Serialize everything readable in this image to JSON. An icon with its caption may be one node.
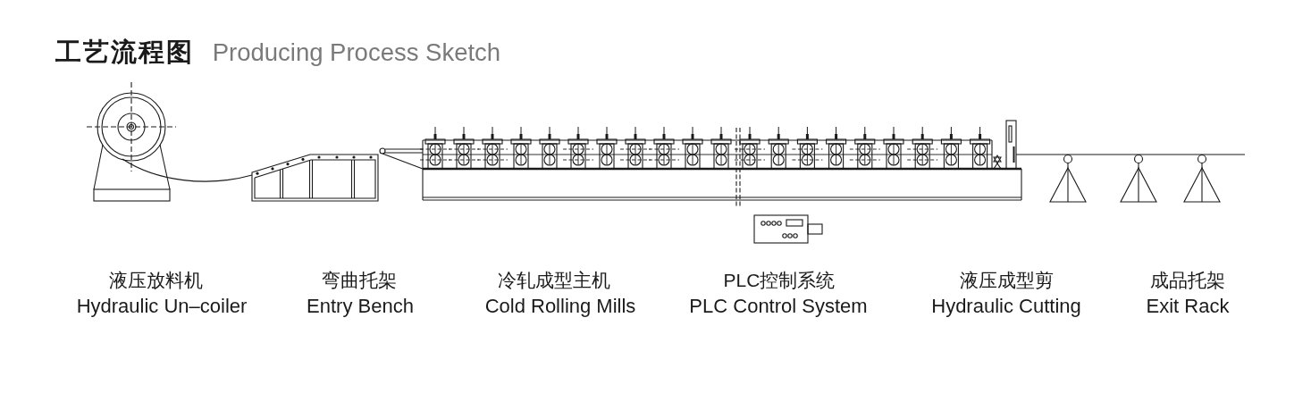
{
  "diagram": {
    "title": "**工艺流程图** Producing Process Sketch",
    "labels": [
      "液压放料机",
      "Hydraulic Un–coiler",
      "弯曲托架",
      "Entry Bench",
      "冷轧成型主机",
      "Cold Rolling Mills",
      "PLC控制系统",
      "PLC Control System",
      "液压成型剪",
      "Hydraulic Cutting",
      "成品托架",
      "Exit Rack"
    ]
  }
}
